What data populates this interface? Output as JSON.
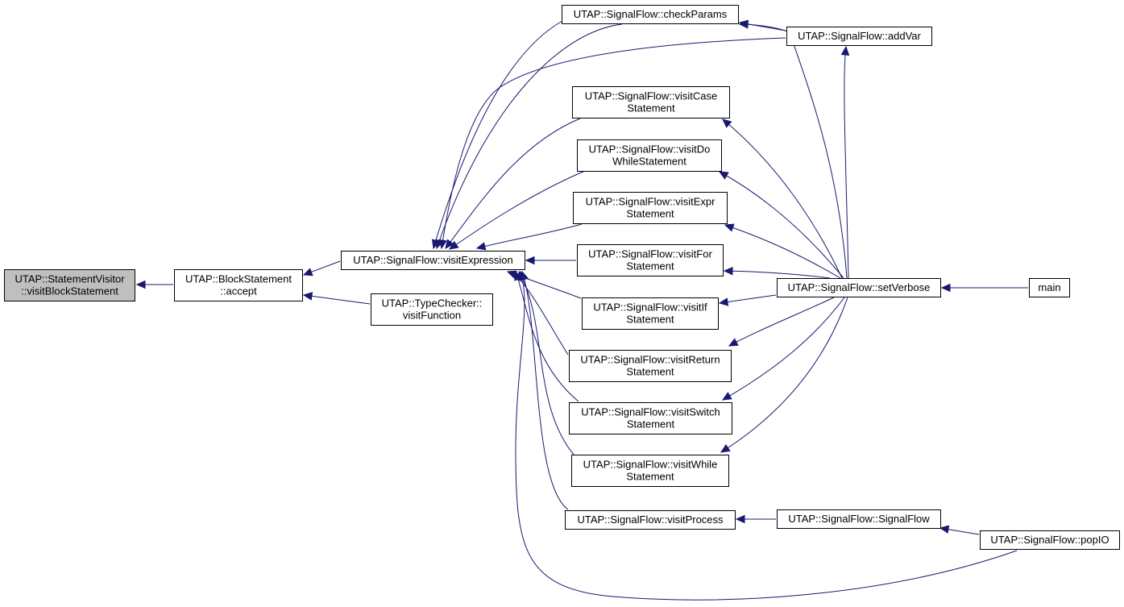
{
  "diagram": {
    "type": "caller-graph",
    "colors": {
      "edge": "#191970",
      "root_fill": "#bfbfbf",
      "node_fill": "#ffffff",
      "border": "#000000"
    },
    "nodes": [
      {
        "id": "visitBlockStatement",
        "lines": [
          "UTAP::StatementVisitor",
          "::visitBlockStatement"
        ],
        "root": true
      },
      {
        "id": "accept",
        "lines": [
          "UTAP::BlockStatement",
          "::accept"
        ]
      },
      {
        "id": "visitExpression",
        "lines": [
          "UTAP::SignalFlow::visitExpression"
        ]
      },
      {
        "id": "visitFunction",
        "lines": [
          "UTAP::TypeChecker::",
          "visitFunction"
        ]
      },
      {
        "id": "checkParams",
        "lines": [
          "UTAP::SignalFlow::checkParams"
        ]
      },
      {
        "id": "addVar",
        "lines": [
          "UTAP::SignalFlow::addVar"
        ]
      },
      {
        "id": "visitCaseStatement",
        "lines": [
          "UTAP::SignalFlow::visitCase",
          "Statement"
        ]
      },
      {
        "id": "visitDoWhileStatement",
        "lines": [
          "UTAP::SignalFlow::visitDo",
          "WhileStatement"
        ]
      },
      {
        "id": "visitExprStatement",
        "lines": [
          "UTAP::SignalFlow::visitExpr",
          "Statement"
        ]
      },
      {
        "id": "visitForStatement",
        "lines": [
          "UTAP::SignalFlow::visitFor",
          "Statement"
        ]
      },
      {
        "id": "visitIfStatement",
        "lines": [
          "UTAP::SignalFlow::visitIf",
          "Statement"
        ]
      },
      {
        "id": "visitReturnStatement",
        "lines": [
          "UTAP::SignalFlow::visitReturn",
          "Statement"
        ]
      },
      {
        "id": "visitSwitchStatement",
        "lines": [
          "UTAP::SignalFlow::visitSwitch",
          "Statement"
        ]
      },
      {
        "id": "visitWhileStatement",
        "lines": [
          "UTAP::SignalFlow::visitWhile",
          "Statement"
        ]
      },
      {
        "id": "visitProcess",
        "lines": [
          "UTAP::SignalFlow::visitProcess"
        ]
      },
      {
        "id": "setVerbose",
        "lines": [
          "UTAP::SignalFlow::setVerbose"
        ]
      },
      {
        "id": "main",
        "lines": [
          "main"
        ]
      },
      {
        "id": "SignalFlow",
        "lines": [
          "UTAP::SignalFlow::SignalFlow"
        ]
      },
      {
        "id": "popIO",
        "lines": [
          "UTAP::SignalFlow::popIO"
        ]
      }
    ],
    "edges": [
      {
        "from": "accept",
        "to": "visitBlockStatement"
      },
      {
        "from": "visitExpression",
        "to": "accept"
      },
      {
        "from": "visitFunction",
        "to": "accept"
      },
      {
        "from": "checkParams",
        "to": "visitExpression"
      },
      {
        "from": "addVar",
        "to": "visitExpression"
      },
      {
        "from": "addVar",
        "to": "checkParams"
      },
      {
        "from": "visitCaseStatement",
        "to": "visitExpression"
      },
      {
        "from": "visitDoWhileStatement",
        "to": "visitExpression"
      },
      {
        "from": "visitExprStatement",
        "to": "visitExpression"
      },
      {
        "from": "visitForStatement",
        "to": "visitExpression"
      },
      {
        "from": "visitIfStatement",
        "to": "visitExpression"
      },
      {
        "from": "visitReturnStatement",
        "to": "visitExpression"
      },
      {
        "from": "visitSwitchStatement",
        "to": "visitExpression"
      },
      {
        "from": "visitWhileStatement",
        "to": "visitExpression"
      },
      {
        "from": "visitProcess",
        "to": "visitExpression"
      },
      {
        "from": "popIO",
        "to": "visitExpression"
      },
      {
        "from": "setVerbose",
        "to": "visitCaseStatement"
      },
      {
        "from": "setVerbose",
        "to": "visitDoWhileStatement"
      },
      {
        "from": "setVerbose",
        "to": "visitExprStatement"
      },
      {
        "from": "setVerbose",
        "to": "visitForStatement"
      },
      {
        "from": "setVerbose",
        "to": "visitIfStatement"
      },
      {
        "from": "setVerbose",
        "to": "visitReturnStatement"
      },
      {
        "from": "setVerbose",
        "to": "visitSwitchStatement"
      },
      {
        "from": "setVerbose",
        "to": "visitWhileStatement"
      },
      {
        "from": "setVerbose",
        "to": "checkParams"
      },
      {
        "from": "setVerbose",
        "to": "addVar"
      },
      {
        "from": "main",
        "to": "setVerbose"
      },
      {
        "from": "SignalFlow",
        "to": "visitProcess"
      },
      {
        "from": "popIO",
        "to": "SignalFlow"
      }
    ]
  }
}
